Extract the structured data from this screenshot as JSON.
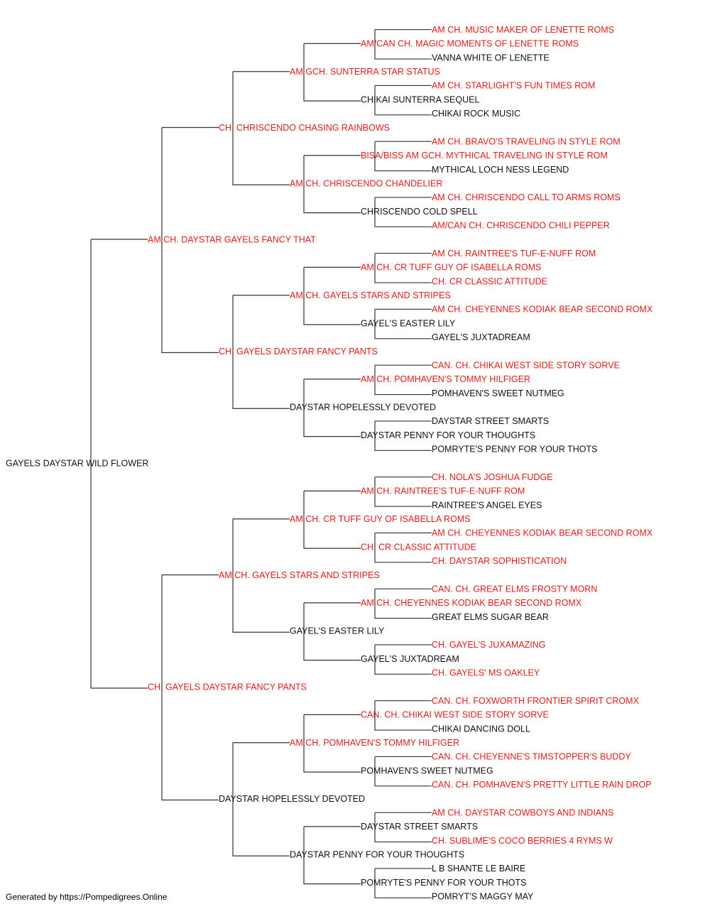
{
  "colors": {
    "champion": "#e01b1b",
    "normal": "#111111",
    "line": "#333333"
  },
  "footer": "Generated by https://Pompedigrees.Online",
  "pedigree": {
    "name": "GAYELS DAYSTAR WILD FLOWER",
    "champion": false,
    "sire": {
      "name": "AM CH. DAYSTAR GAYELS FANCY THAT",
      "champion": true,
      "sire": {
        "name": "CH. CHRISCENDO CHASING RAINBOWS",
        "champion": true,
        "sire": {
          "name": "AM GCH. SUNTERRA STAR STATUS",
          "champion": true,
          "sire": {
            "name": "AM/CAN CH. MAGIC MOMENTS OF LENETTE ROMS",
            "champion": true,
            "sire": {
              "name": "AM CH. MUSIC MAKER OF LENETTE ROMS",
              "champion": true
            },
            "dam": {
              "name": "VANNA WHITE OF LENETTE",
              "champion": false
            }
          },
          "dam": {
            "name": "CHIKAI SUNTERRA SEQUEL",
            "champion": false,
            "sire": {
              "name": "AM CH. STARLIGHT'S FUN TIMES ROM",
              "champion": true
            },
            "dam": {
              "name": "CHIKAI ROCK MUSIC",
              "champion": false
            }
          }
        },
        "dam": {
          "name": "AM CH. CHRISCENDO CHANDELIER",
          "champion": true,
          "sire": {
            "name": "BISA/BISS AM GCH. MYTHICAL TRAVELING IN STYLE ROM",
            "champion": true,
            "sire": {
              "name": "AM CH. BRAVO'S TRAVELING IN STYLE ROM",
              "champion": true
            },
            "dam": {
              "name": "MYTHICAL LOCH NESS LEGEND",
              "champion": false
            }
          },
          "dam": {
            "name": "CHRISCENDO COLD SPELL",
            "champion": false,
            "sire": {
              "name": "AM CH. CHRISCENDO CALL TO ARMS ROMS",
              "champion": true
            },
            "dam": {
              "name": "AM/CAN CH. CHRISCENDO CHILI PEPPER",
              "champion": true
            }
          }
        }
      },
      "dam": {
        "name": "CH. GAYELS DAYSTAR FANCY PANTS",
        "champion": true,
        "sire": {
          "name": "AM CH. GAYELS STARS AND STRIPES",
          "champion": true,
          "sire": {
            "name": "AM CH. CR TUFF GUY OF ISABELLA ROMS",
            "champion": true,
            "sire": {
              "name": "AM CH. RAINTREE'S TUF-E-NUFF ROM",
              "champion": true
            },
            "dam": {
              "name": "CH. CR CLASSIC ATTITUDE",
              "champion": true
            }
          },
          "dam": {
            "name": "GAYEL'S EASTER LILY",
            "champion": false,
            "sire": {
              "name": "AM CH. CHEYENNES KODIAK BEAR SECOND ROMX",
              "champion": true
            },
            "dam": {
              "name": "GAYEL'S JUXTADREAM",
              "champion": false
            }
          }
        },
        "dam": {
          "name": "DAYSTAR HOPELESSLY DEVOTED",
          "champion": false,
          "sire": {
            "name": "AM CH. POMHAVEN'S TOMMY HILFIGER",
            "champion": true,
            "sire": {
              "name": "CAN. CH. CHIKAI WEST SIDE STORY SORVE",
              "champion": true
            },
            "dam": {
              "name": "POMHAVEN'S SWEET NUTMEG",
              "champion": false
            }
          },
          "dam": {
            "name": "DAYSTAR PENNY FOR YOUR THOUGHTS",
            "champion": false,
            "sire": {
              "name": "DAYSTAR STREET SMARTS",
              "champion": false
            },
            "dam": {
              "name": "POMRYTE'S PENNY FOR YOUR THOTS",
              "champion": false
            }
          }
        }
      }
    },
    "dam": {
      "name": "CH. GAYELS DAYSTAR FANCY PANTS",
      "champion": true,
      "sire": {
        "name": "AM CH. GAYELS STARS AND STRIPES",
        "champion": true,
        "sire": {
          "name": "AM CH. CR TUFF GUY OF ISABELLA ROMS",
          "champion": true,
          "sire": {
            "name": "AM CH. RAINTREE'S TUF-E-NUFF ROM",
            "champion": true,
            "sire": {
              "name": "CH. NOLA'S JOSHUA FUDGE",
              "champion": true
            },
            "dam": {
              "name": "RAINTREE'S ANGEL EYES",
              "champion": false
            }
          },
          "dam": {
            "name": "CH. CR CLASSIC ATTITUDE",
            "champion": true,
            "sire": {
              "name": "AM CH. CHEYENNES KODIAK BEAR SECOND ROMX",
              "champion": true
            },
            "dam": {
              "name": "CH. DAYSTAR SOPHISTICATION",
              "champion": true
            }
          }
        },
        "dam": {
          "name": "GAYEL'S EASTER LILY",
          "champion": false,
          "sire": {
            "name": "AM CH. CHEYENNES KODIAK BEAR SECOND ROMX",
            "champion": true,
            "sire": {
              "name": "CAN. CH. GREAT ELMS FROSTY MORN",
              "champion": true
            },
            "dam": {
              "name": "GREAT ELMS SUGAR BEAR",
              "champion": false
            }
          },
          "dam": {
            "name": "GAYEL'S JUXTADREAM",
            "champion": false,
            "sire": {
              "name": "CH. GAYEL'S JUXAMAZING",
              "champion": true
            },
            "dam": {
              "name": "CH. GAYELS' MS OAKLEY",
              "champion": true
            }
          }
        }
      },
      "dam": {
        "name": "DAYSTAR HOPELESSLY DEVOTED",
        "champion": false,
        "sire": {
          "name": "AM CH. POMHAVEN'S TOMMY HILFIGER",
          "champion": true,
          "sire": {
            "name": "CAN. CH. CHIKAI WEST SIDE STORY SORVE",
            "champion": true,
            "sire": {
              "name": "CAN. CH. FOXWORTH FRONTIER SPIRIT CROMX",
              "champion": true
            },
            "dam": {
              "name": "CHIKAI DANCING DOLL",
              "champion": false
            }
          },
          "dam": {
            "name": "POMHAVEN'S SWEET NUTMEG",
            "champion": false,
            "sire": {
              "name": "CAN. CH. CHEYENNE'S TIMSTOPPER'S BUDDY",
              "champion": true
            },
            "dam": {
              "name": "CAN. CH. POMHAVEN'S PRETTY LITTLE RAIN DROP",
              "champion": true
            }
          }
        },
        "dam": {
          "name": "DAYSTAR PENNY FOR YOUR THOUGHTS",
          "champion": false,
          "sire": {
            "name": "DAYSTAR STREET SMARTS",
            "champion": false,
            "sire": {
              "name": "AM CH. DAYSTAR COWBOYS AND INDIANS",
              "champion": true
            },
            "dam": {
              "name": "CH. SUBLIME'S COCO BERRIES 4 RYMS W",
              "champion": true
            }
          },
          "dam": {
            "name": "POMRYTE'S PENNY FOR YOUR THOTS",
            "champion": false,
            "sire": {
              "name": "L B SHANTE LE BAIRE",
              "champion": false
            },
            "dam": {
              "name": "POMRYT'S MAGGY MAY",
              "champion": false
            }
          }
        }
      }
    }
  }
}
